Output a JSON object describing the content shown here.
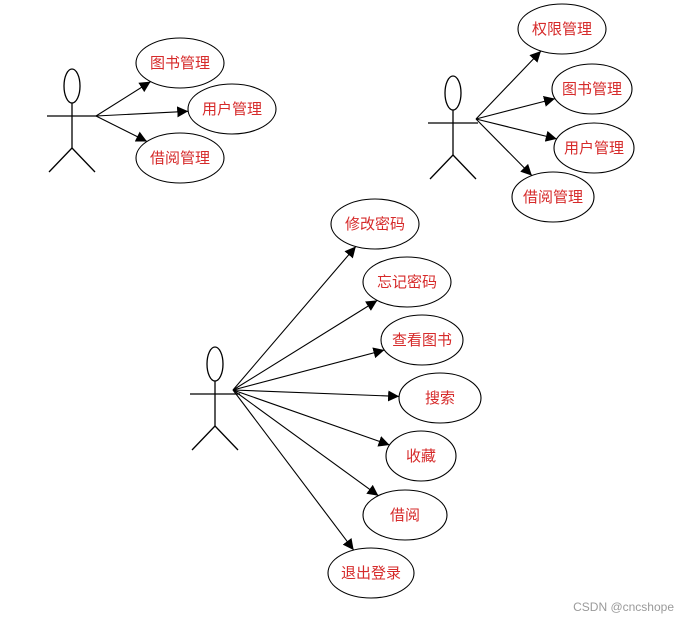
{
  "colors": {
    "line": "#000000",
    "label": "#d62a2a",
    "watermark": "#9a9a9a"
  },
  "diagrams": [
    {
      "name": "admin-usecases",
      "use_cases": [
        "图书管理",
        "用户管理",
        "借阅管理"
      ]
    },
    {
      "name": "super-admin-usecases",
      "use_cases": [
        "权限管理",
        "图书管理",
        "用户管理",
        "借阅管理"
      ]
    },
    {
      "name": "reader-usecases",
      "use_cases": [
        "修改密码",
        "忘记密码",
        "查看图书",
        "搜索",
        "收藏",
        "借阅",
        "退出登录"
      ]
    }
  ],
  "watermark": "CSDN @cncshope"
}
